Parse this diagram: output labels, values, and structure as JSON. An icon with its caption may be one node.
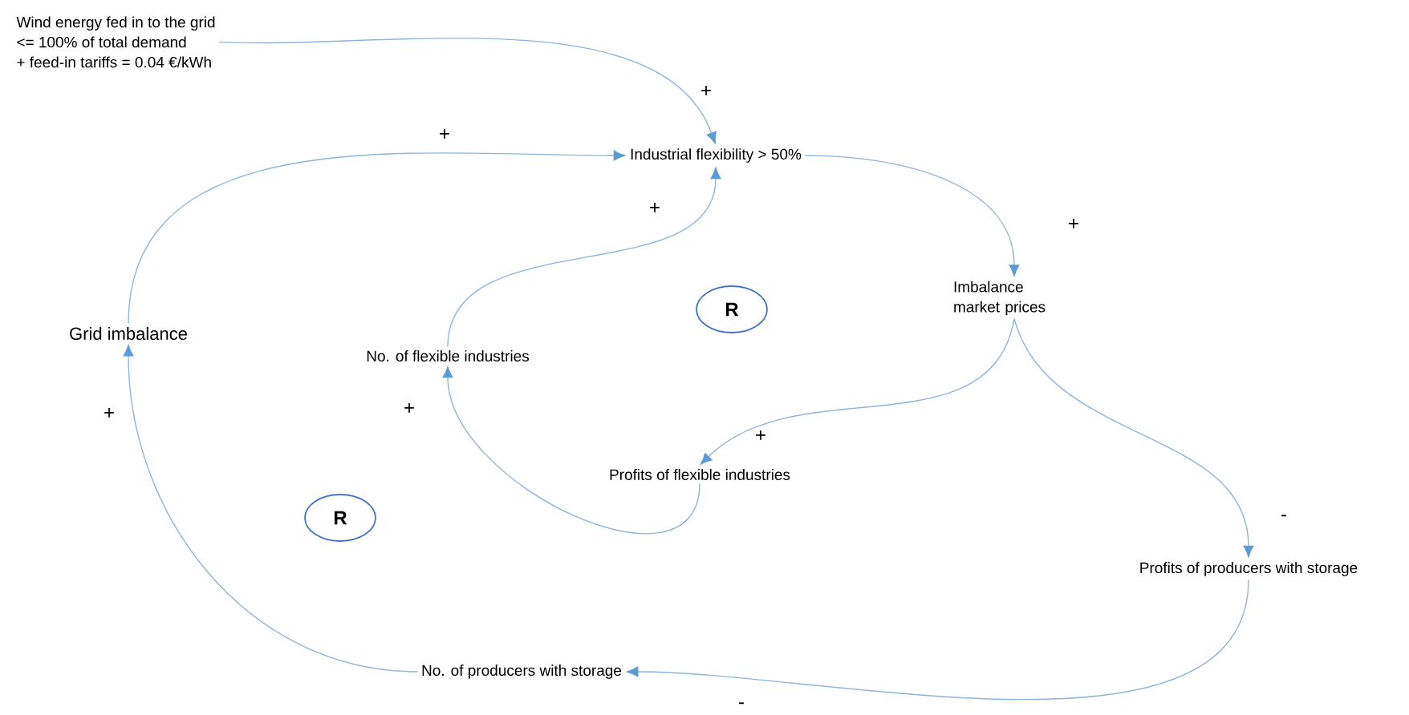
{
  "diagram": {
    "nodes": [
      {
        "text": [
          "Wind energy fed in to the grid",
          "<= 100% of total demand",
          "+ feed-in tariffs = 0.04 €/kWh"
        ]
      },
      {
        "text": [
          "Industrial flexibility > 50%"
        ]
      },
      {
        "text": [
          "Imbalance market prices"
        ]
      },
      {
        "text": [
          "Grid imbalance"
        ]
      },
      {
        "text": [
          "No. of flexible industries"
        ]
      },
      {
        "text": [
          "Profits of flexible industries"
        ]
      },
      {
        "text": [
          "Profits of producers with storage"
        ]
      },
      {
        "text": [
          "No. of producers with storage"
        ]
      },
      {
        "text": [
          "R"
        ]
      },
      {
        "text": [
          "R"
        ]
      }
    ],
    "edges": [
      {
        "from": 0,
        "to": 1,
        "arrow": "to",
        "label": "+"
      },
      {
        "from": 3,
        "to": 1,
        "arrow": "to",
        "label": "+"
      },
      {
        "from": 4,
        "to": 1,
        "arrow": "to",
        "label": "+"
      },
      {
        "from": 1,
        "to": 2,
        "arrow": "to",
        "label": "+"
      },
      {
        "from": 2,
        "to": 5,
        "arrow": "to",
        "label": "+"
      },
      {
        "from": 2,
        "to": 6,
        "arrow": "to",
        "label": "-"
      },
      {
        "from": 5,
        "to": 4,
        "arrow": "to",
        "label": "+"
      },
      {
        "from": 6,
        "to": 7,
        "arrow": "to",
        "label": "-"
      },
      {
        "from": 7,
        "to": 3,
        "arrow": "to",
        "label": "+"
      }
    ]
  }
}
